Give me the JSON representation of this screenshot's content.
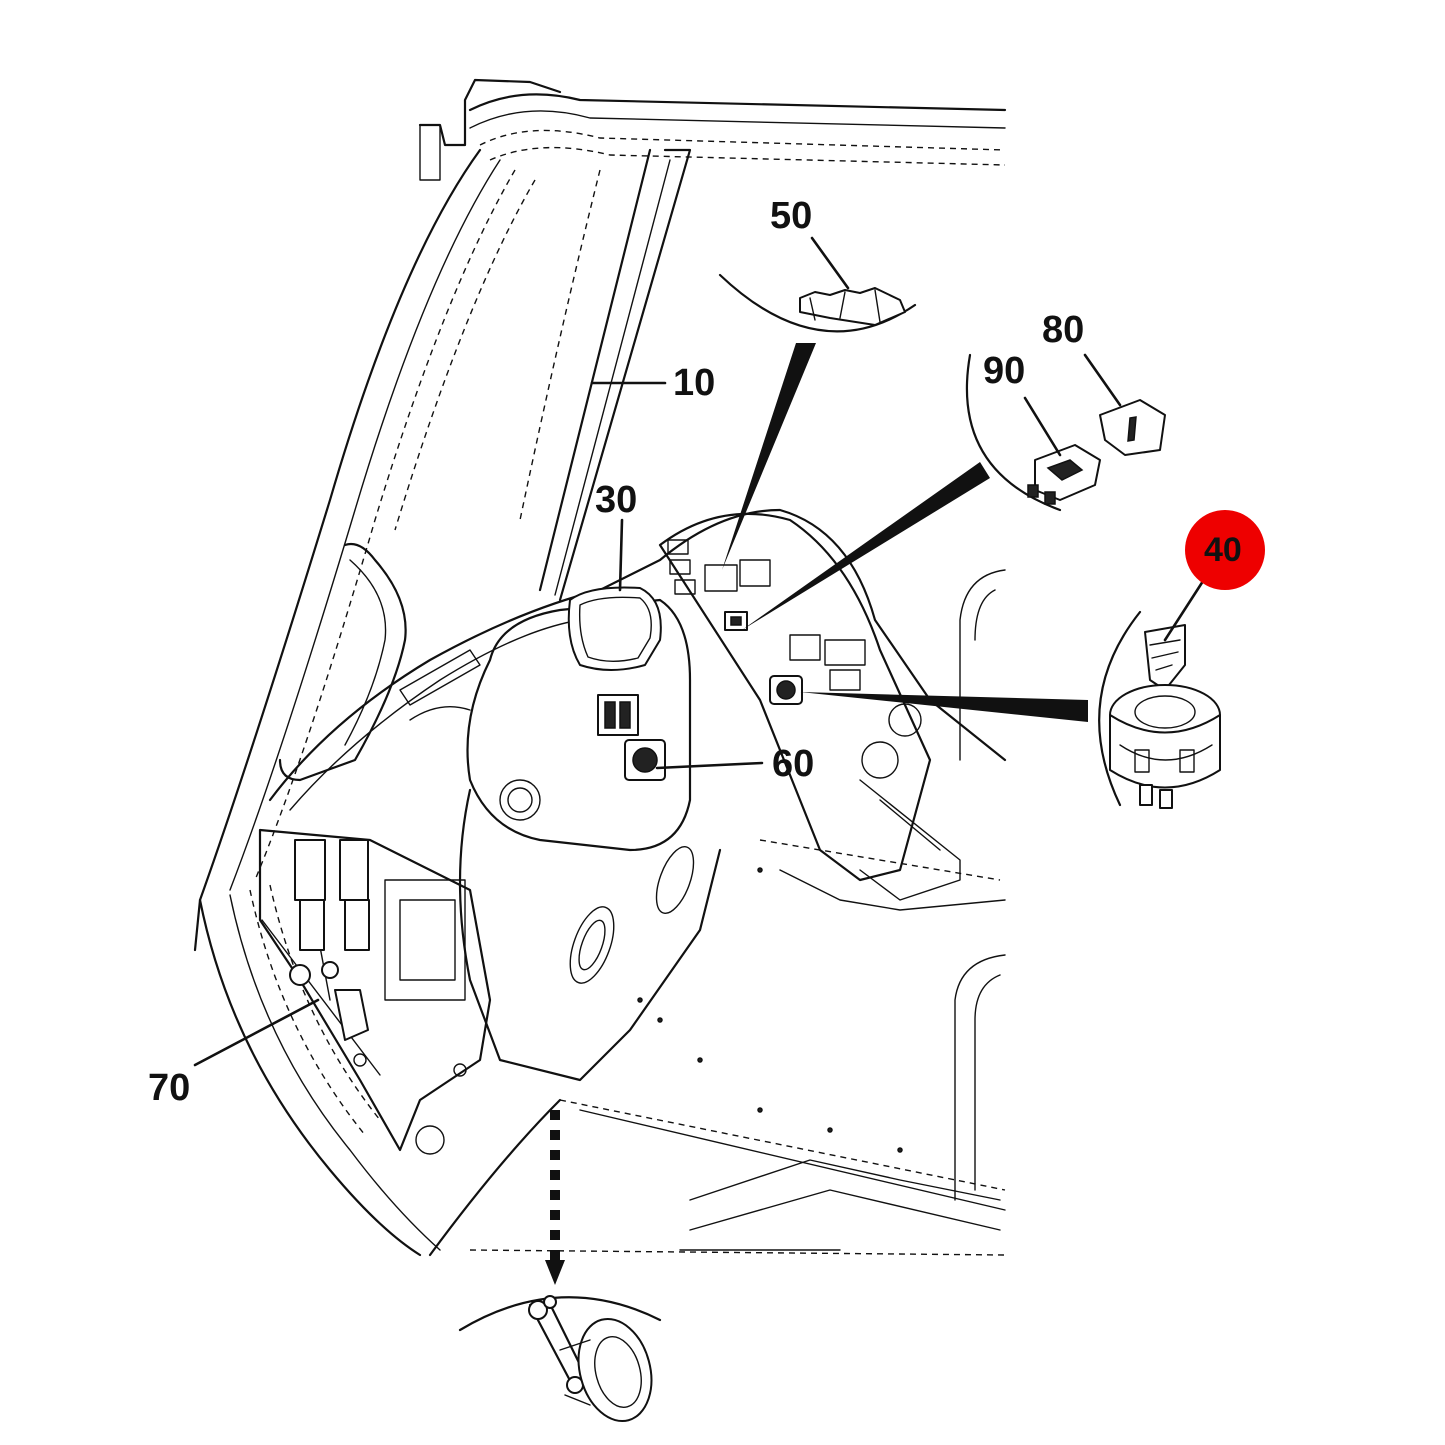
{
  "callouts": {
    "c10": "10",
    "c30": "30",
    "c40": "40",
    "c50": "50",
    "c60": "60",
    "c70": "70",
    "c80": "80",
    "c90": "90"
  },
  "colors": {
    "highlight": "#ee0000",
    "ink": "#111111",
    "paper": "#ffffff"
  },
  "highlighted_callout": "40"
}
